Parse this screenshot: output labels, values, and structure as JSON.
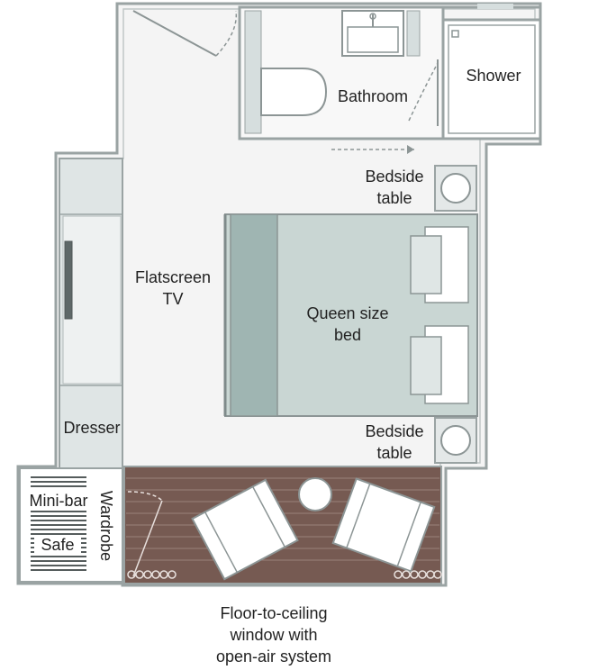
{
  "labels": {
    "bathroom": "Bathroom",
    "shower": "Shower",
    "bedside_top_1": "Bedside",
    "bedside_top_2": "table",
    "flatscreen_1": "Flatscreen",
    "flatscreen_2": "TV",
    "bed_1": "Queen size",
    "bed_2": "bed",
    "bedside_bottom_1": "Bedside",
    "bedside_bottom_2": "table",
    "dresser": "Dresser",
    "minibar": "Mini-bar",
    "safe": "Safe",
    "wardrobe": "Wardrobe",
    "window_1": "Floor-to-ceiling",
    "window_2": "window with",
    "window_3": "open-air system"
  },
  "colors": {
    "wall": "#9aa3a3",
    "floor": "#f3f3f3",
    "bathroom_floor": "#f7f7f7",
    "bed": "#c9d6d3",
    "bed_runner": "#9fb5b2",
    "furniture": "#dde3e3",
    "balcony": "#765a52",
    "text": "#222222"
  }
}
